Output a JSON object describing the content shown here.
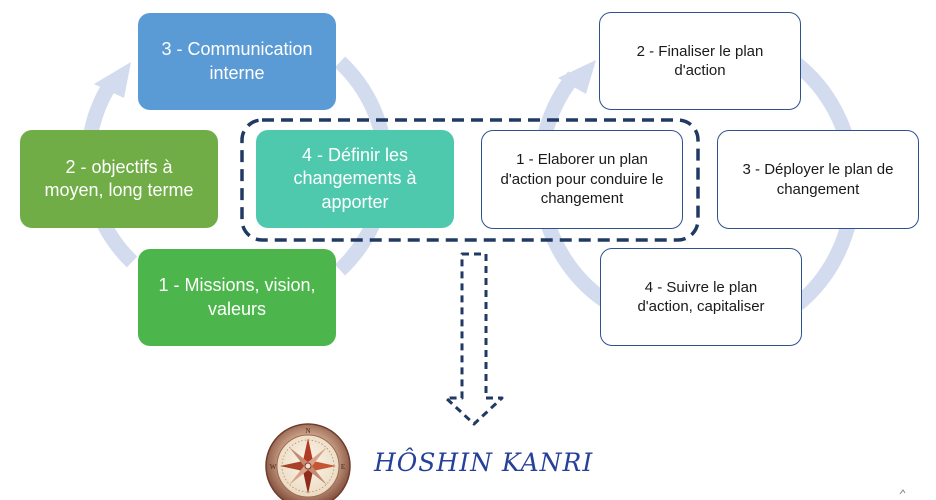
{
  "colors": {
    "ring": "#d3dbef",
    "dashed_border": "#213a63",
    "box_outline": "#2f528f",
    "brand_text": "#26409a"
  },
  "left_cycle": {
    "items": [
      {
        "id": "comm",
        "label": "3 - Communication interne",
        "color": "#5b9bd5"
      },
      {
        "id": "objectifs",
        "label": "2 - objectifs à moyen, long terme",
        "color": "#70ad47"
      },
      {
        "id": "missions",
        "label": "1 - Missions, vision, valeurs",
        "color": "#4cb64c"
      },
      {
        "id": "definir",
        "label": "4 - Définir les changements à apporter",
        "color": "#4ec9ae"
      }
    ]
  },
  "right_cycle": {
    "items": [
      {
        "id": "finaliser",
        "label": "2 - Finaliser le plan d'action"
      },
      {
        "id": "elaborer",
        "label": "1 - Elaborer un plan d'action pour conduire le changement"
      },
      {
        "id": "deployer",
        "label": "3 - Déployer le plan de changement"
      },
      {
        "id": "suivre",
        "label": "4 - Suivre le plan d'action, capitaliser"
      }
    ]
  },
  "brand": {
    "name": "HÔSHIN KANRI",
    "logo": "compass-rose-icon",
    "compass_letters": {
      "n": "N",
      "e": "E",
      "w": "W"
    }
  }
}
